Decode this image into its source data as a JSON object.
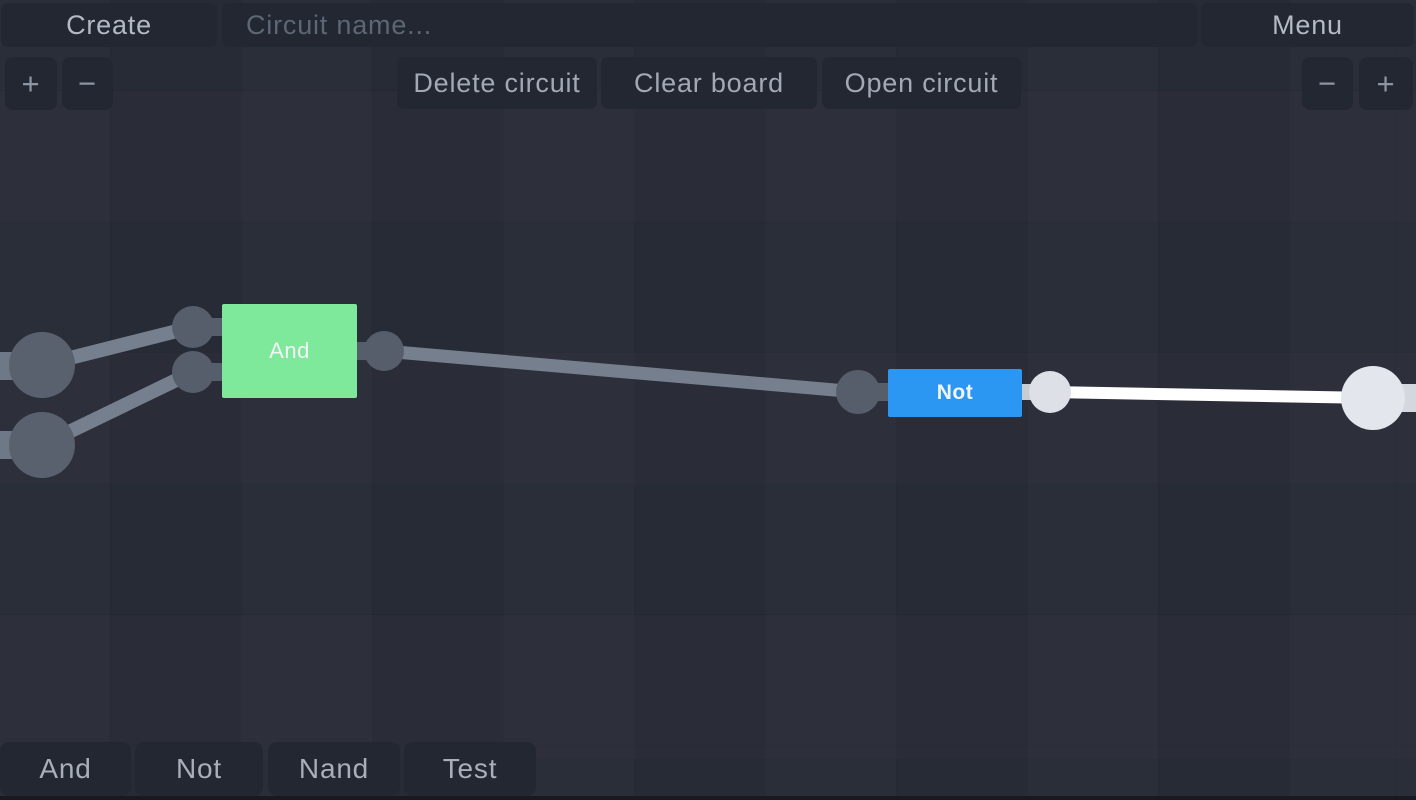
{
  "topbar": {
    "create_label": "Create",
    "circuit_name": {
      "placeholder": "Circuit name...",
      "value": ""
    },
    "menu_label": "Menu"
  },
  "actions": {
    "delete_circuit": "Delete circuit",
    "clear_board": "Clear board",
    "open_circuit": "Open circuit"
  },
  "zoom_controls": {
    "zoom_in": "+",
    "zoom_out": "−"
  },
  "palette": {
    "items": [
      {
        "label": "And"
      },
      {
        "label": "Not"
      },
      {
        "label": "Nand"
      },
      {
        "label": "Test"
      }
    ]
  },
  "canvas": {
    "gates": [
      {
        "label": "And",
        "color": "#7ee89b"
      },
      {
        "label": "Not",
        "color": "#2b97f3"
      }
    ],
    "input_pins": [
      {
        "state": "off"
      },
      {
        "state": "off"
      }
    ],
    "output_pins": [
      {
        "state": "on"
      }
    ],
    "wire_colors": {
      "off": "#757f8e",
      "on": "#ffffff"
    }
  },
  "colors": {
    "background": "#272b36",
    "panel": "#232732",
    "node_gray": "#575e6b",
    "pin_gray": "#59616e",
    "node_white": "#dde1e7",
    "pin_white": "#e3e6ec",
    "gate_and": "#7ee89b",
    "gate_not": "#2b97f3"
  }
}
